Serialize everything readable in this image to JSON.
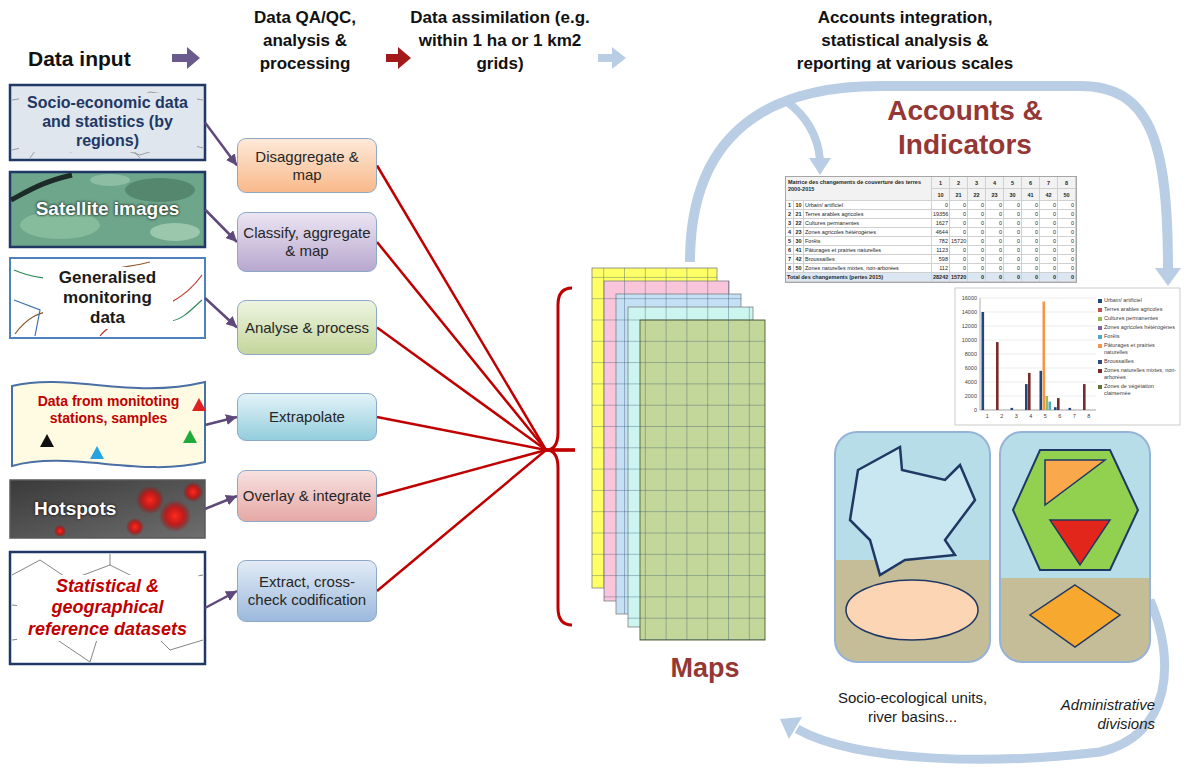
{
  "diagram": {
    "nodes": [
      {
        "text": [
          "Socio-economic data and statistics (by regions)"
        ]
      },
      {
        "text": [
          "Satellite images"
        ]
      },
      {
        "text": [
          "Generalised monitoring data"
        ]
      },
      {
        "text": [
          "Data from monitoting stations, samples"
        ]
      },
      {
        "text": [
          "Hotspots"
        ]
      },
      {
        "text": [
          "Statistical & geographical reference datasets"
        ]
      },
      {
        "text": [
          "Disaggregate & map"
        ]
      },
      {
        "text": [
          "Classify, aggregate & map"
        ]
      },
      {
        "text": [
          "Analyse & process"
        ]
      },
      {
        "text": [
          "Extrapolate"
        ]
      },
      {
        "text": [
          "Overlay & integrate"
        ]
      },
      {
        "text": [
          "Extract, cross-check codification"
        ]
      },
      {
        "text": [
          "Maps"
        ]
      }
    ],
    "edges": [
      {
        "from": 0,
        "to": 6,
        "arrow": "to"
      },
      {
        "from": 1,
        "to": 7,
        "arrow": "to"
      },
      {
        "from": 2,
        "to": 8,
        "arrow": "to"
      },
      {
        "from": 3,
        "to": 9,
        "arrow": "to"
      },
      {
        "from": 4,
        "to": 10,
        "arrow": "to"
      },
      {
        "from": 5,
        "to": 11,
        "arrow": "to"
      },
      {
        "from": 6,
        "to": 12,
        "arrow": "none"
      },
      {
        "from": 7,
        "to": 12,
        "arrow": "none"
      },
      {
        "from": 8,
        "to": 12,
        "arrow": "none"
      },
      {
        "from": 9,
        "to": 12,
        "arrow": "none"
      },
      {
        "from": 10,
        "to": 12,
        "arrow": "none"
      },
      {
        "from": 11,
        "to": 12,
        "arrow": "none"
      }
    ],
    "labels": [
      "Data input",
      "Data QA/QC, analysis & processing",
      "Data assimilation (e.g. within 1 ha or 1 km2 grids)",
      "Accounts integration, statistical analysis & reporting at various scales",
      "Accounts & Indicators",
      "Matrice des changements de couverture des terres 2000-2015",
      "1",
      "2",
      "3",
      "4",
      "5",
      "6",
      "7",
      "8",
      "10",
      "21",
      "22",
      "23",
      "30",
      "41",
      "42",
      "50",
      "1",
      "10",
      "Urbain/ artificiel",
      "0",
      "0",
      "0",
      "0",
      "0",
      "0",
      "0",
      "0",
      "2",
      "21",
      "Terres arables agricoles",
      "19356",
      "0",
      "0",
      "0",
      "0",
      "0",
      "0",
      "0",
      "3",
      "22",
      "Cultures permanentes",
      "1627",
      "0",
      "0",
      "0",
      "0",
      "0",
      "0",
      "0",
      "4",
      "23",
      "Zones agricoles hétérogènes",
      "4644",
      "0",
      "0",
      "0",
      "0",
      "0",
      "0",
      "0",
      "5",
      "30",
      "Forêts",
      "782",
      "15720",
      "0",
      "0",
      "0",
      "0",
      "0",
      "0",
      "6",
      "41",
      "Pâturages et prairies naturelles",
      "1123",
      "0",
      "0",
      "0",
      "0",
      "0",
      "0",
      "0",
      "7",
      "42",
      "Broussailles",
      "598",
      "0",
      "0",
      "0",
      "0",
      "0",
      "0",
      "0",
      "8",
      "50",
      "Zones naturelles mixtes, non-arborées",
      "112",
      "0",
      "0",
      "0",
      "0",
      "0",
      "0",
      "0",
      "Total des changements (pertes 2015)",
      "28242",
      "15720",
      "0",
      "0",
      "0",
      "0",
      "0",
      "0",
      "0",
      "2000",
      "4000",
      "6000",
      "8000",
      "10000",
      "12000",
      "14000",
      "16000",
      "1",
      "2",
      "3",
      "4",
      "5",
      "6",
      "7",
      "8",
      "Socio-ecological units, river basins...",
      "Administrative divisions"
    ],
    "legend": [
      {
        "text": "Urbain/ artificiel",
        "color": "#1f497d"
      },
      {
        "text": "Terres arables agricoles",
        "color": "#c0504d"
      },
      {
        "text": "Cultures permanentes",
        "color": "#9bbb59"
      },
      {
        "text": "Zones agricoles hétérogènes",
        "color": "#8064a2"
      },
      {
        "text": "Forêts",
        "color": "#4bacc6"
      },
      {
        "text": "Pâturages et prairies naturelles",
        "color": "#f79646"
      },
      {
        "text": "Broussailles",
        "color": "#2c4d75"
      },
      {
        "text": "Zones naturelles mixtes, non-arborées",
        "color": "#772c2a"
      },
      {
        "text": "Zones de végétation clairsemée",
        "color": "#5f7530"
      }
    ]
  }
}
